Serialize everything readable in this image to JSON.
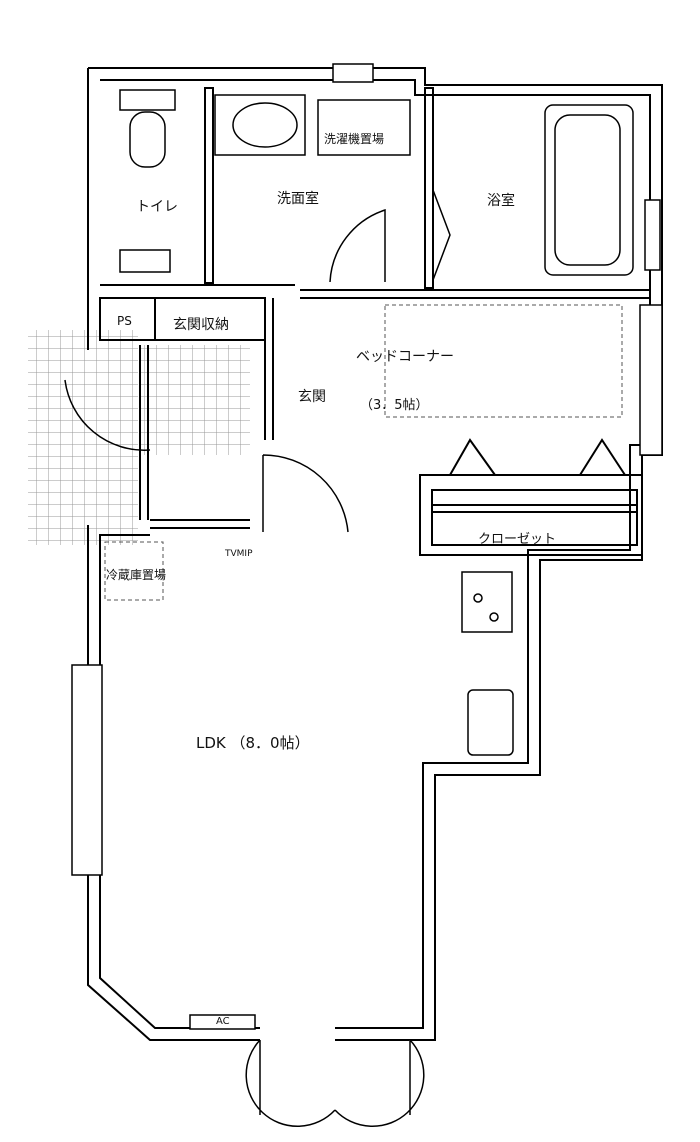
{
  "rooms": {
    "toilet": "トイレ",
    "washroom": "洗面室",
    "laundry": "洗濯機置場",
    "bath": "浴室",
    "ps": "PS",
    "entrance_storage": "玄関収納",
    "bed_corner": "ベッドコーナー",
    "bed_size": "（3．5帖）",
    "entrance": "玄関",
    "closet": "クローゼット",
    "tv": "TVMIP",
    "fridge": "冷蔵庫置場",
    "ldk": "LDK （8．0帖）",
    "ac": "AC"
  },
  "colors": {
    "wall": "#000000",
    "grid": "#888888"
  }
}
